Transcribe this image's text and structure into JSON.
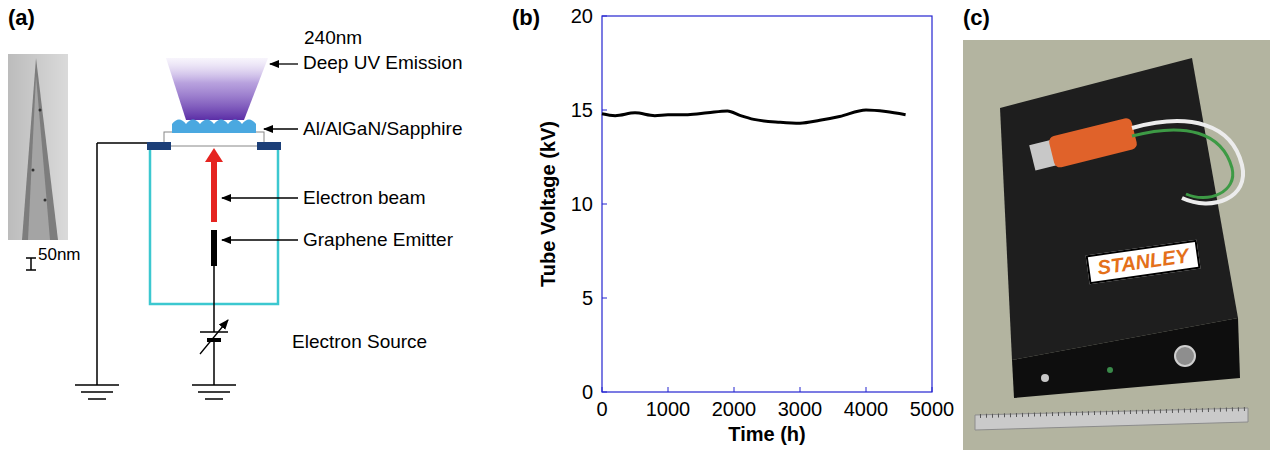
{
  "diagram": {
    "labels": [
      "(a)",
      "240nm",
      "Deep UV Emission",
      "Al/AlGaN/Sapphire",
      "Electron beam",
      "Graphene Emitter",
      "Electron Source",
      "50nm",
      "(b)",
      "0",
      "5",
      "10",
      "15",
      "20",
      "Tube Voltage (kV)",
      "0",
      "1000",
      "2000",
      "3000",
      "4000",
      "5000",
      "Time (h)",
      "(c)",
      "STANLEY"
    ]
  }
}
